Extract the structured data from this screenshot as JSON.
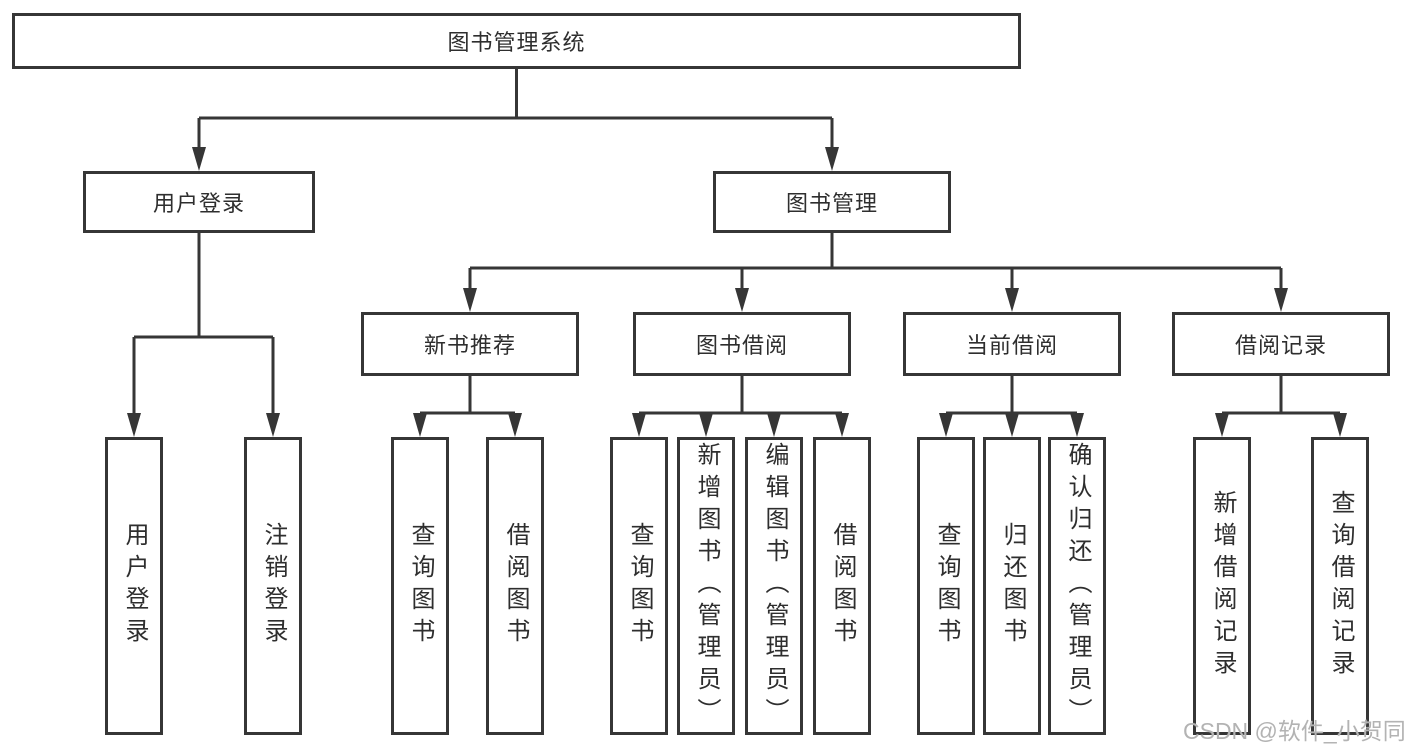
{
  "diagram": {
    "tree": {
      "label": "图书管理系统",
      "children": [
        {
          "label": "用户登录",
          "children": [
            {
              "label": "用户登录"
            },
            {
              "label": "注销登录"
            }
          ]
        },
        {
          "label": "图书管理",
          "children": [
            {
              "label": "新书推荐",
              "children": [
                {
                  "label": "查询图书"
                },
                {
                  "label": "借阅图书"
                }
              ]
            },
            {
              "label": "图书借阅",
              "children": [
                {
                  "label": "查询图书"
                },
                {
                  "label": "新增图书（管理员）"
                },
                {
                  "label": "编辑图书（管理员）"
                },
                {
                  "label": "借阅图书"
                }
              ]
            },
            {
              "label": "当前借阅",
              "children": [
                {
                  "label": "查询图书"
                },
                {
                  "label": "归还图书"
                },
                {
                  "label": "确认归还（管理员）"
                }
              ]
            },
            {
              "label": "借阅记录",
              "children": [
                {
                  "label": "新增借阅记录"
                },
                {
                  "label": "查询借阅记录"
                }
              ]
            }
          ]
        }
      ]
    },
    "colors": {
      "line": "#363636",
      "box_border": "#363636",
      "text": "#2e2e2e",
      "watermark": "#b3b3b3",
      "background": "#ffffff"
    }
  },
  "watermark": "CSDN @软件_小贺同学"
}
